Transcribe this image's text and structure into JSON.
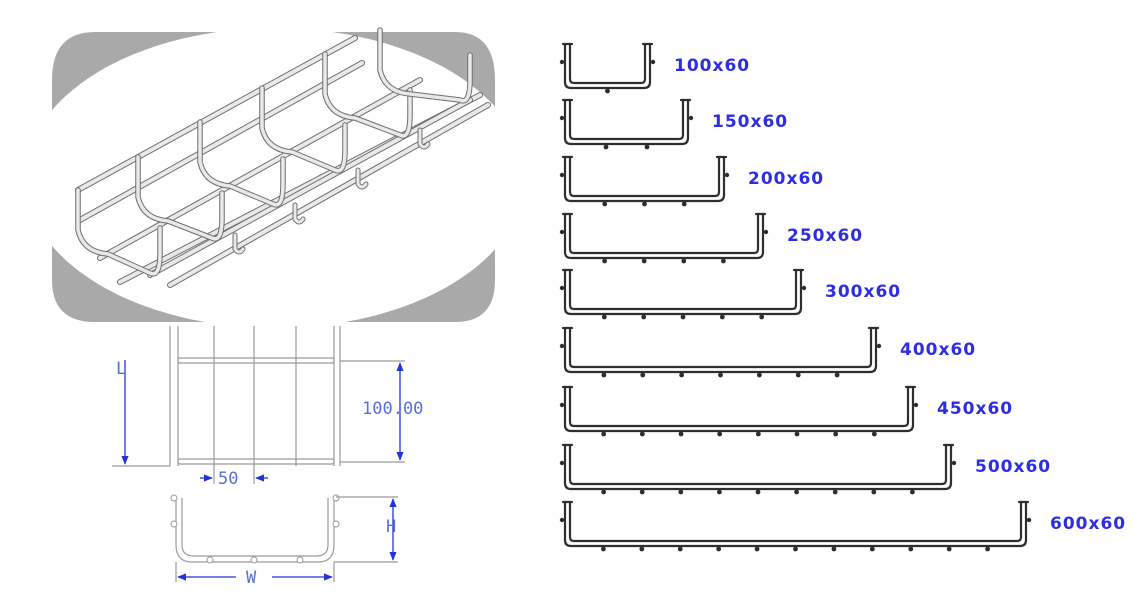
{
  "profiles": [
    {
      "label": "100x60",
      "width_mm": 100
    },
    {
      "label": "150x60",
      "width_mm": 150
    },
    {
      "label": "200x60",
      "width_mm": 200
    },
    {
      "label": "250x60",
      "width_mm": 250
    },
    {
      "label": "300x60",
      "width_mm": 300
    },
    {
      "label": "400x60",
      "width_mm": 400
    },
    {
      "label": "450x60",
      "width_mm": 450
    },
    {
      "label": "500x60",
      "width_mm": 500
    },
    {
      "label": "600x60",
      "width_mm": 600
    }
  ],
  "dimensions": {
    "length": "L",
    "mesh_length": "100.00",
    "mesh_width": "50",
    "height": "H",
    "width": "W"
  },
  "colors": {
    "label": "#2d2de6",
    "dimension_line": "#2233dd",
    "dimension_text": "#5a6fd6",
    "wire": "#2e2e2e",
    "photo_background": "#a9a9a9"
  }
}
